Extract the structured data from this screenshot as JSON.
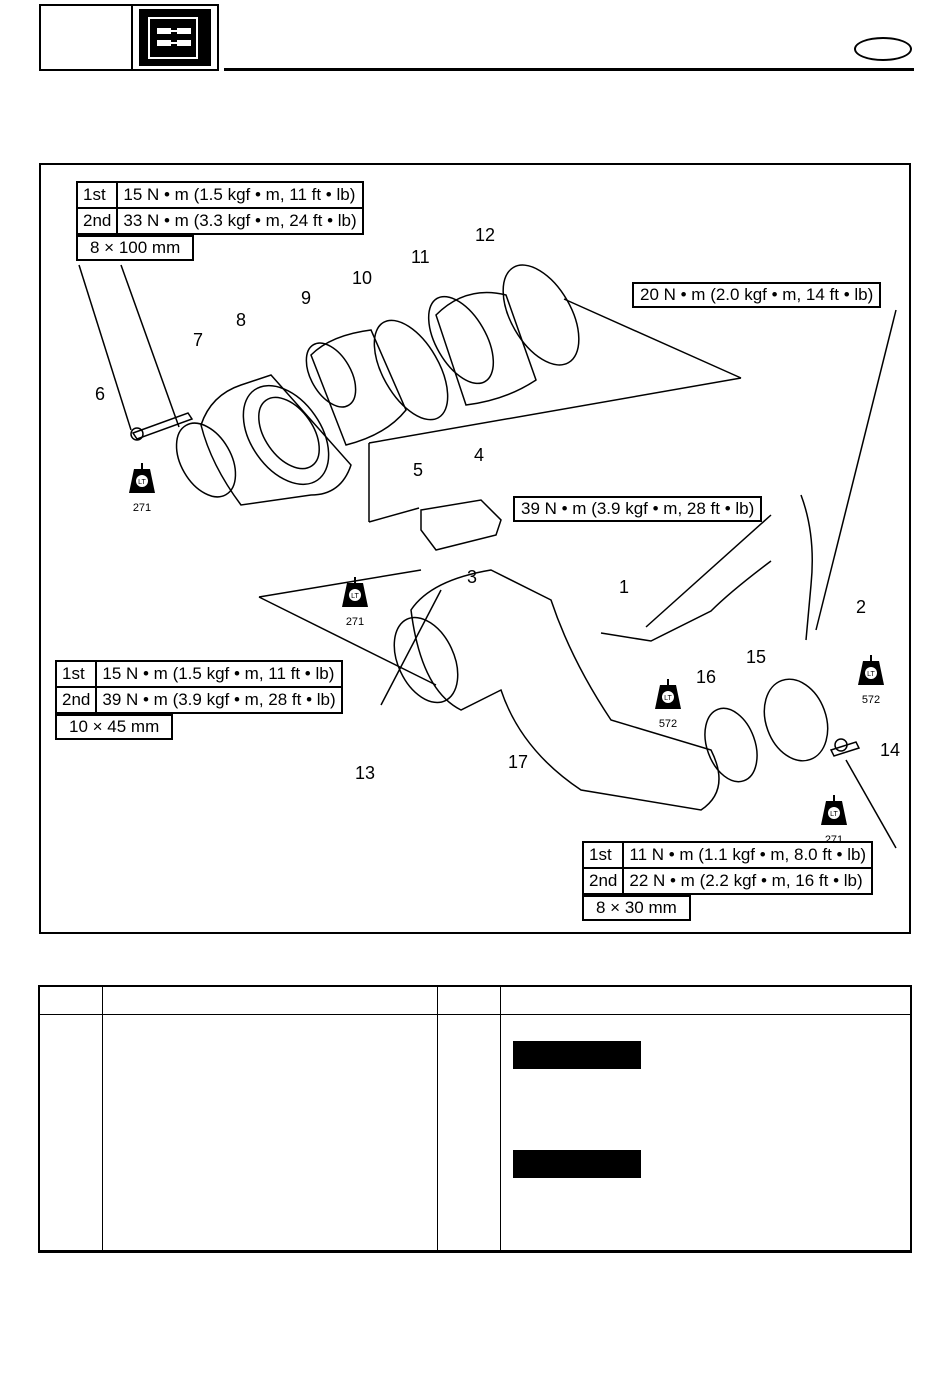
{
  "header": {
    "section_icon": "engine-electrical-icon",
    "oval_badge_text": ""
  },
  "diagram": {
    "torque_specs": {
      "bolt_6": {
        "row1_step": "1st",
        "row1_value": "15 N • m (1.5 kgf • m, 11 ft • lb)",
        "row2_step": "2nd",
        "row2_value": "33 N • m (3.3 kgf • m, 24 ft • lb)",
        "size": "8 × 100 mm"
      },
      "bolt_3": {
        "row1_step": "1st",
        "row1_value": "15 N • m (1.5 kgf • m, 11 ft • lb)",
        "row2_step": "2nd",
        "row2_value": "39 N • m (3.9 kgf • m, 28 ft • lb)",
        "size": "10 × 45 mm"
      },
      "bolt_14": {
        "row1_step": "1st",
        "row1_value": "11 N • m (1.1 kgf • m, 8.0 ft • lb)",
        "row2_step": "2nd",
        "row2_value": "22 N • m (2.2 kgf • m, 16 ft • lb)",
        "size": "8 × 30 mm"
      },
      "sensor_2": "20 N • m (2.0 kgf • m, 14 ft • lb)",
      "sensor_1": "39 N • m (3.9 kgf • m, 28 ft • lb)"
    },
    "part_numbers": [
      "1",
      "2",
      "3",
      "4",
      "5",
      "6",
      "7",
      "8",
      "9",
      "10",
      "11",
      "12",
      "13",
      "14",
      "15",
      "16",
      "17"
    ],
    "loctite": {
      "label": "LT",
      "code_271": "271",
      "code_572": "572"
    }
  },
  "table": {
    "columns": [
      "",
      "",
      "",
      ""
    ],
    "rows": []
  }
}
